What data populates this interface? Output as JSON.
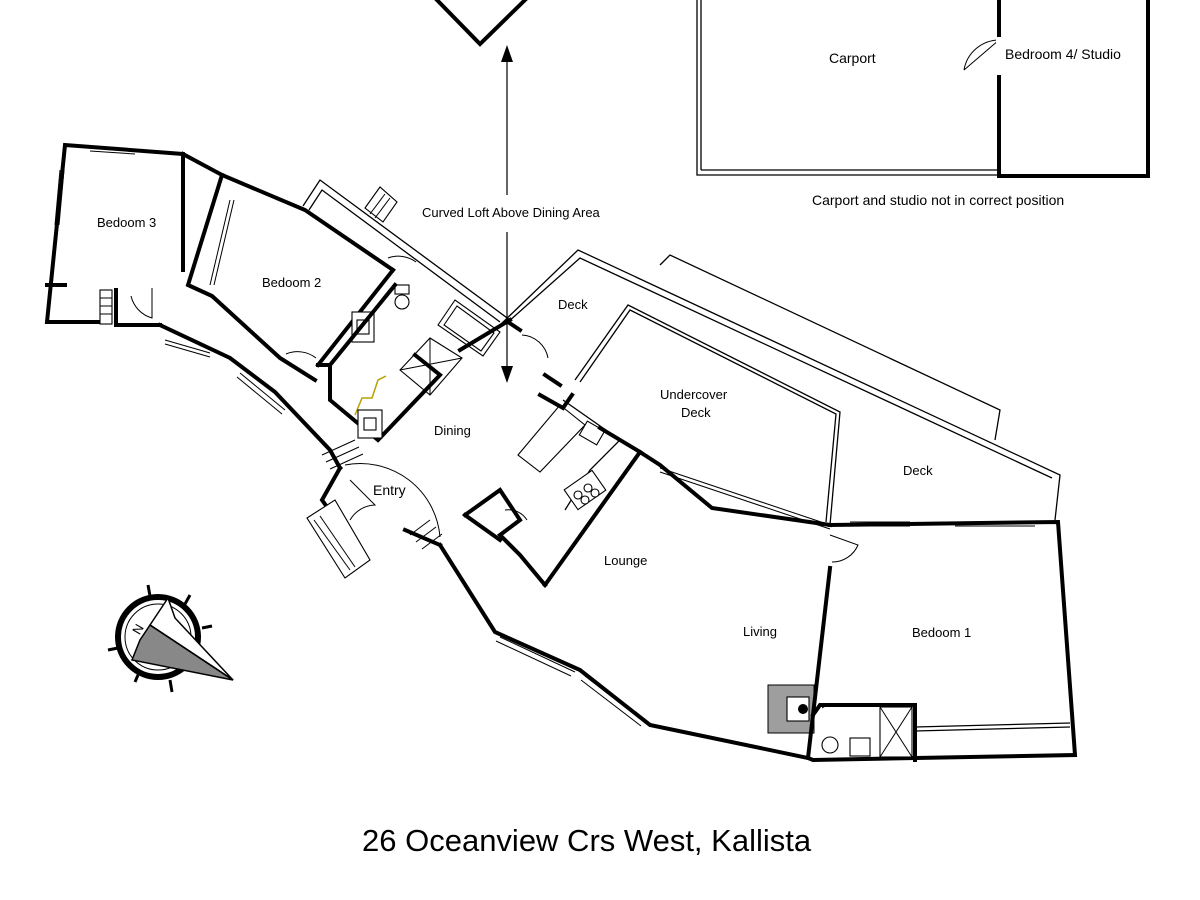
{
  "plan": {
    "address": "26 Oceanview Crs West, Kallista",
    "note": "Carport and studio not in correct position",
    "loft_note": "Curved Loft Above Dining Area",
    "rooms": {
      "carport": "Carport",
      "studio": "Bedroom 4/ Studio",
      "bedroom3": "Bedoom 3",
      "bedroom2": "Bedoom 2",
      "deck_top": "Deck",
      "undercover_line1": "Undercover",
      "undercover_line2": "Deck",
      "deck_right": "Deck",
      "dining": "Dining",
      "entry": "Entry",
      "lounge": "Lounge",
      "living": "Living",
      "bedroom1": "Bedoom 1"
    },
    "compass_letter": "N"
  }
}
